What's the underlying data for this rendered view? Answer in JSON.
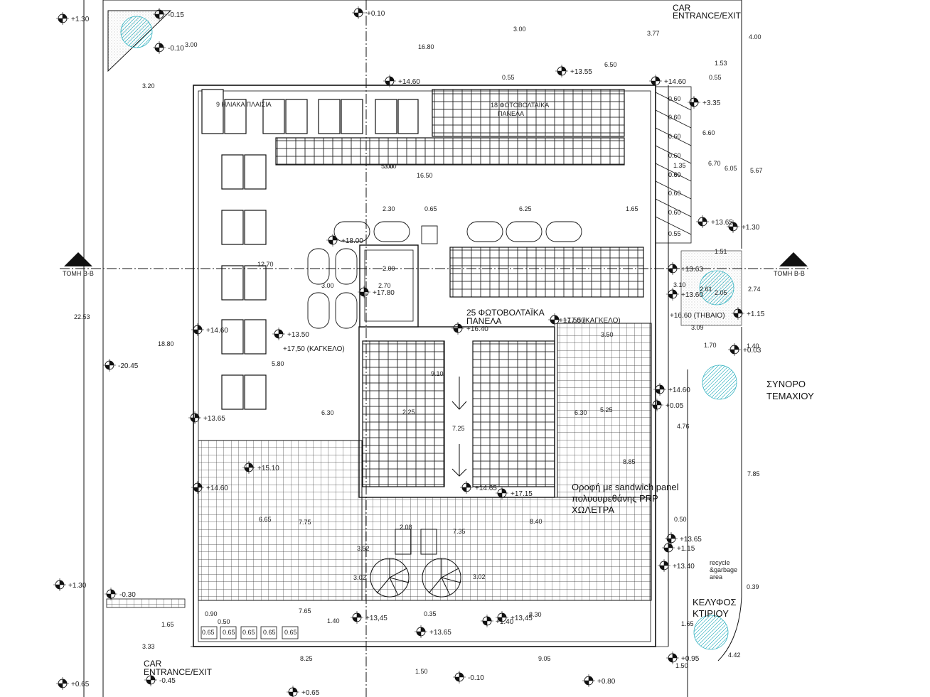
{
  "title": "ΧΩΡΟΤΑΞΙΚΟ ΣΧΕΔΙ",
  "labels": {
    "car_top": "CAR",
    "car_top_2": "ENTRANCE/EXIT",
    "car_bottom": "CAR",
    "car_bottom_2": "ENTRANCE/EXIT",
    "solar_collectors": "9 ΗΛΙΑΚΑ ΠΛΑΙΣΙΑ",
    "pv_top": "18 ΦΩΤΟΒΟΛΤΑΪΚΑ",
    "pv_top_2": "ΠΑΝΕΛΑ",
    "pv_mid": "25 ΦΩΤΟΒΟΛΤΑΪΚΑ",
    "pv_mid_2": "ΠΑΝΕΛΑ",
    "section_left": "ΤΟΜΗ Β-Β",
    "section_right": "ΤΟΜΗ Β-Β",
    "boundary": "ΣΥΝΟΡΟ",
    "boundary_2": "ΤΕΜΑΧΙΟΥ",
    "envelope": "ΚΕΛΥΦΟΣ",
    "envelope_2": "ΚΤΙΡΙΟΥ",
    "roof_note_1": "Οροφή με sandwich panel",
    "roof_note_2": "πολυουρεθάνης PRP",
    "roof_note_3": "ΧΩΛΕΤΡΑ",
    "recycle": "recycle",
    "recycle_2": "&garbage",
    "recycle_3": "area",
    "cage_1": "+17,50 (ΚΑΓΚΕΛΟ)",
    "cage_2": "+17,50 (ΚΑΓΚΕΛΟ)",
    "stepped": "+16.60 (ΤΗΒΑΙΟ)"
  },
  "dimensions": [
    "16.80",
    "3.00",
    "3.77",
    "4.00",
    "6.50",
    "1.53",
    "0.55",
    "0.55",
    "3.00",
    "3.20",
    "16.50",
    "5.00",
    "2.30",
    "0.65",
    "6.25",
    "1.65",
    "22.53",
    "18.80",
    "12.70",
    "3.00",
    "2.00",
    "2.70",
    "5.80",
    "6.30",
    "7.25",
    "9.10",
    "2.25",
    "6.30",
    "5.25",
    "3.50",
    "8.85",
    "6.65",
    "7.75",
    "7.35",
    "8.40",
    "7.65",
    "0.35",
    "8.30",
    "8.25",
    "9.05",
    "1.65",
    "3.33",
    "1.50",
    "0.90",
    "0.50",
    "1.40",
    "0.39",
    "4.42",
    "1.65",
    "1.50",
    "7.85",
    "0.50",
    "5.67",
    "6.05",
    "6.60",
    "6.70",
    "2.74",
    "3.09",
    "1.70",
    "1.40",
    "3.10",
    "2.61",
    "1.51",
    "1.35",
    "3.00",
    "2.05",
    "3.02",
    "3.02",
    "3.52",
    "2.08",
    "0.60",
    "0.60",
    "0.60",
    "0.60",
    "0.60",
    "0.60",
    "0.60",
    "0.60",
    "0.55",
    "0.65",
    "0.65",
    "0.65",
    "0.65",
    "0.65",
    "4.76"
  ],
  "levels": [
    "+1.30",
    "-0.15",
    "-0.10",
    "+0.10",
    "+13.55",
    "+14.60",
    "+14.60",
    "+3.35",
    "+13.65",
    "+1.30",
    "+18.00",
    "+17.80",
    "+16.40",
    "+17.50",
    "+13.50",
    "+14.60",
    "+13.65",
    "+13.63",
    "+13.60",
    "+1.15",
    "+0.03",
    "+14.60",
    "+0.05",
    "+14.60",
    "+15.10",
    "+14.65",
    "+17.15",
    "+13.65",
    "+1.15",
    "+13.40",
    "+1.30",
    "-0.30",
    "+13,45",
    "+13,45",
    "+1.40",
    "+13.65",
    "+0.95",
    "+0.65",
    "-0.45",
    "-0.10",
    "+0.80",
    "+0.65",
    "-20.45"
  ],
  "colors": {
    "line": "#111111",
    "grid": "#555555",
    "tree": "#38b4c2",
    "title": "#888888"
  }
}
